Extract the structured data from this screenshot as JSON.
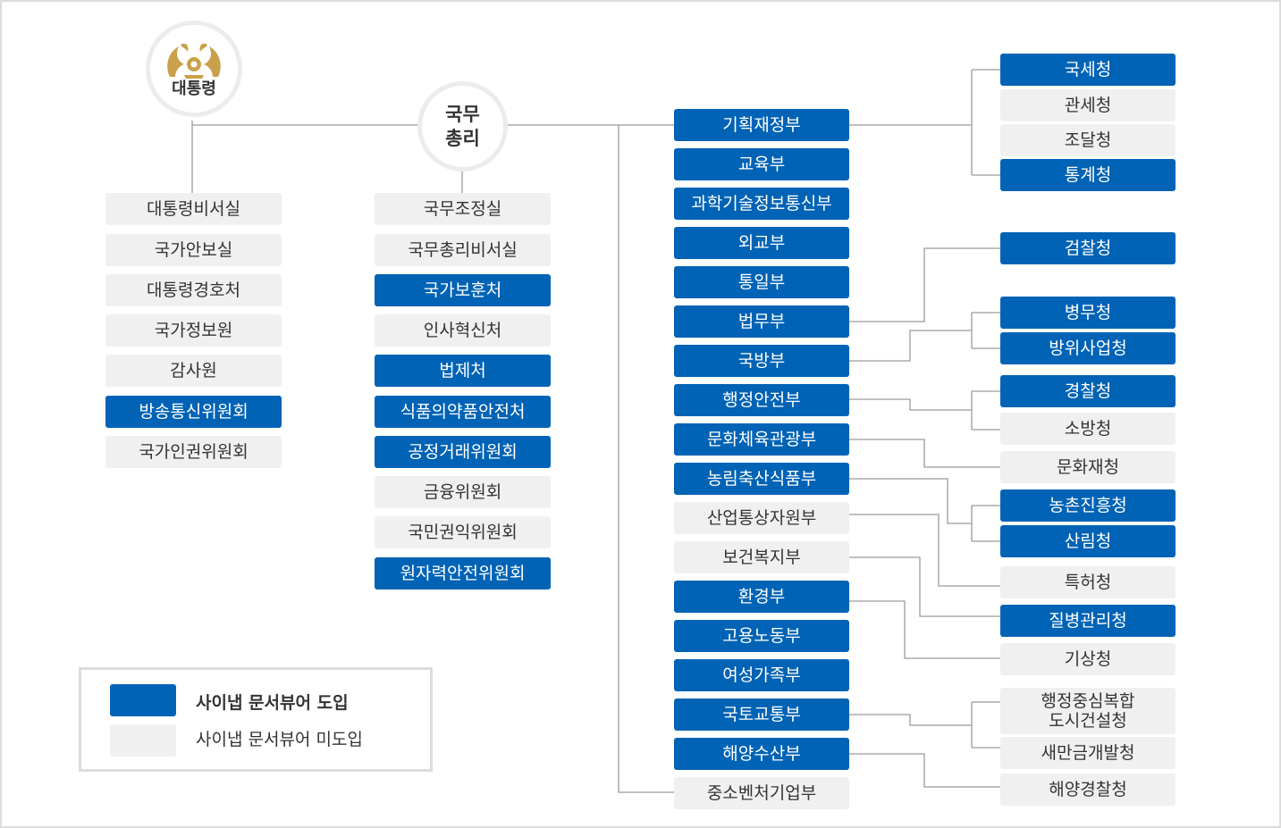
{
  "colors": {
    "adopted": "#0063b5",
    "not_adopted": "#f0f0f0",
    "line": "#9a9a9a"
  },
  "president": {
    "label": "대통령",
    "emblem_icon": "presidential-phoenix-emblem-icon"
  },
  "prime_minister": {
    "label": "국무\n총리"
  },
  "president_orgs": [
    {
      "label": "대통령비서실",
      "adopted": false
    },
    {
      "label": "국가안보실",
      "adopted": false
    },
    {
      "label": "대통령경호처",
      "adopted": false
    },
    {
      "label": "국가정보원",
      "adopted": false
    },
    {
      "label": "감사원",
      "adopted": false
    },
    {
      "label": "방송통신위원회",
      "adopted": true
    },
    {
      "label": "국가인권위원회",
      "adopted": false
    }
  ],
  "pm_orgs": [
    {
      "label": "국무조정실",
      "adopted": false
    },
    {
      "label": "국무총리비서실",
      "adopted": false
    },
    {
      "label": "국가보훈처",
      "adopted": true
    },
    {
      "label": "인사혁신처",
      "adopted": false
    },
    {
      "label": "법제처",
      "adopted": true
    },
    {
      "label": "식품의약품안전처",
      "adopted": true
    },
    {
      "label": "공정거래위원회",
      "adopted": true
    },
    {
      "label": "금융위원회",
      "adopted": false
    },
    {
      "label": "국민권익위원회",
      "adopted": false
    },
    {
      "label": "원자력안전위원회",
      "adopted": true
    }
  ],
  "ministries": [
    {
      "label": "기획재정부",
      "adopted": true
    },
    {
      "label": "교육부",
      "adopted": true
    },
    {
      "label": "과학기술정보통신부",
      "adopted": true
    },
    {
      "label": "외교부",
      "adopted": true
    },
    {
      "label": "통일부",
      "adopted": true
    },
    {
      "label": "법무부",
      "adopted": true
    },
    {
      "label": "국방부",
      "adopted": true
    },
    {
      "label": "행정안전부",
      "adopted": true
    },
    {
      "label": "문화체육관광부",
      "adopted": true
    },
    {
      "label": "농림축산식품부",
      "adopted": true
    },
    {
      "label": "산업통상자원부",
      "adopted": false
    },
    {
      "label": "보건복지부",
      "adopted": false
    },
    {
      "label": "환경부",
      "adopted": true
    },
    {
      "label": "고용노동부",
      "adopted": true
    },
    {
      "label": "여성가족부",
      "adopted": true
    },
    {
      "label": "국토교통부",
      "adopted": true
    },
    {
      "label": "해양수산부",
      "adopted": true
    },
    {
      "label": "중소벤처기업부",
      "adopted": false
    }
  ],
  "agencies": [
    {
      "label": "국세청",
      "adopted": true
    },
    {
      "label": "관세청",
      "adopted": false
    },
    {
      "label": "조달청",
      "adopted": false
    },
    {
      "label": "통계청",
      "adopted": true
    },
    {
      "label": "검찰청",
      "adopted": true
    },
    {
      "label": "병무청",
      "adopted": true
    },
    {
      "label": "방위사업청",
      "adopted": true
    },
    {
      "label": "경찰청",
      "adopted": true
    },
    {
      "label": "소방청",
      "adopted": false
    },
    {
      "label": "문화재청",
      "adopted": false
    },
    {
      "label": "농촌진흥청",
      "adopted": true
    },
    {
      "label": "산림청",
      "adopted": true
    },
    {
      "label": "특허청",
      "adopted": false
    },
    {
      "label": "질병관리청",
      "adopted": true
    },
    {
      "label": "기상청",
      "adopted": false
    },
    {
      "label": "행정중심복합\n도시건설청",
      "adopted": false
    },
    {
      "label": "새만금개발청",
      "adopted": false
    },
    {
      "label": "해양경찰청",
      "adopted": false
    }
  ],
  "legend": {
    "adopted_label": "사이냅 문서뷰어 도입",
    "not_adopted_label": "사이냅 문서뷰어 미도입"
  }
}
